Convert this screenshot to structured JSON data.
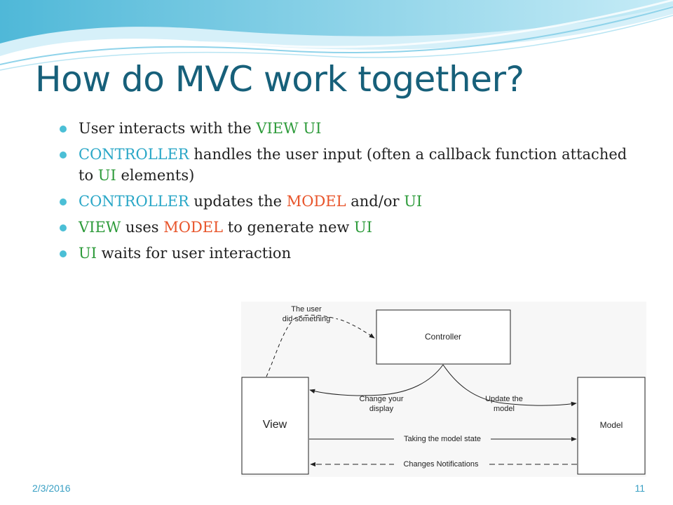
{
  "slide": {
    "title": "How do MVC work together?",
    "bullets": [
      [
        {
          "t": "User interacts with the "
        },
        {
          "t": "VIEW UI",
          "k": "view"
        }
      ],
      [
        {
          "t": "CONTROLLER",
          "k": "ctrl"
        },
        {
          "t": " handles the user input (often a callback function attached to "
        },
        {
          "t": "UI",
          "k": "view"
        },
        {
          "t": " elements)"
        }
      ],
      [
        {
          "t": "CONTROLLER",
          "k": "ctrl"
        },
        {
          "t": " updates the "
        },
        {
          "t": "MODEL",
          "k": "model"
        },
        {
          "t": " and/or "
        },
        {
          "t": "UI",
          "k": "view"
        }
      ],
      [
        {
          "t": "VIEW",
          "k": "view"
        },
        {
          "t": " uses "
        },
        {
          "t": "MODEL",
          "k": "model"
        },
        {
          "t": " to generate new "
        },
        {
          "t": "UI",
          "k": "view"
        }
      ],
      [
        {
          "t": "UI",
          "k": "view"
        },
        {
          "t": " waits for user interaction"
        }
      ]
    ]
  },
  "diagram": {
    "controller": "Controller",
    "view": "View",
    "model": "Model",
    "user_did_line1": "The user",
    "user_did_line2": "did something",
    "change_line1": "Change your",
    "change_line2": "display",
    "update_line1": "Update the",
    "update_line2": "model",
    "taking_state": "Taking the model state",
    "notifications": "Changes Notifications"
  },
  "footer": {
    "date": "2/3/2016",
    "page": "11"
  },
  "colors": {
    "title": "#17607a",
    "controller_keyword": "#2aa7c7",
    "view_keyword": "#2e9b3b",
    "model_keyword": "#e8542a",
    "bullet": "#4bbfd6",
    "footer": "#3aa0c4"
  }
}
